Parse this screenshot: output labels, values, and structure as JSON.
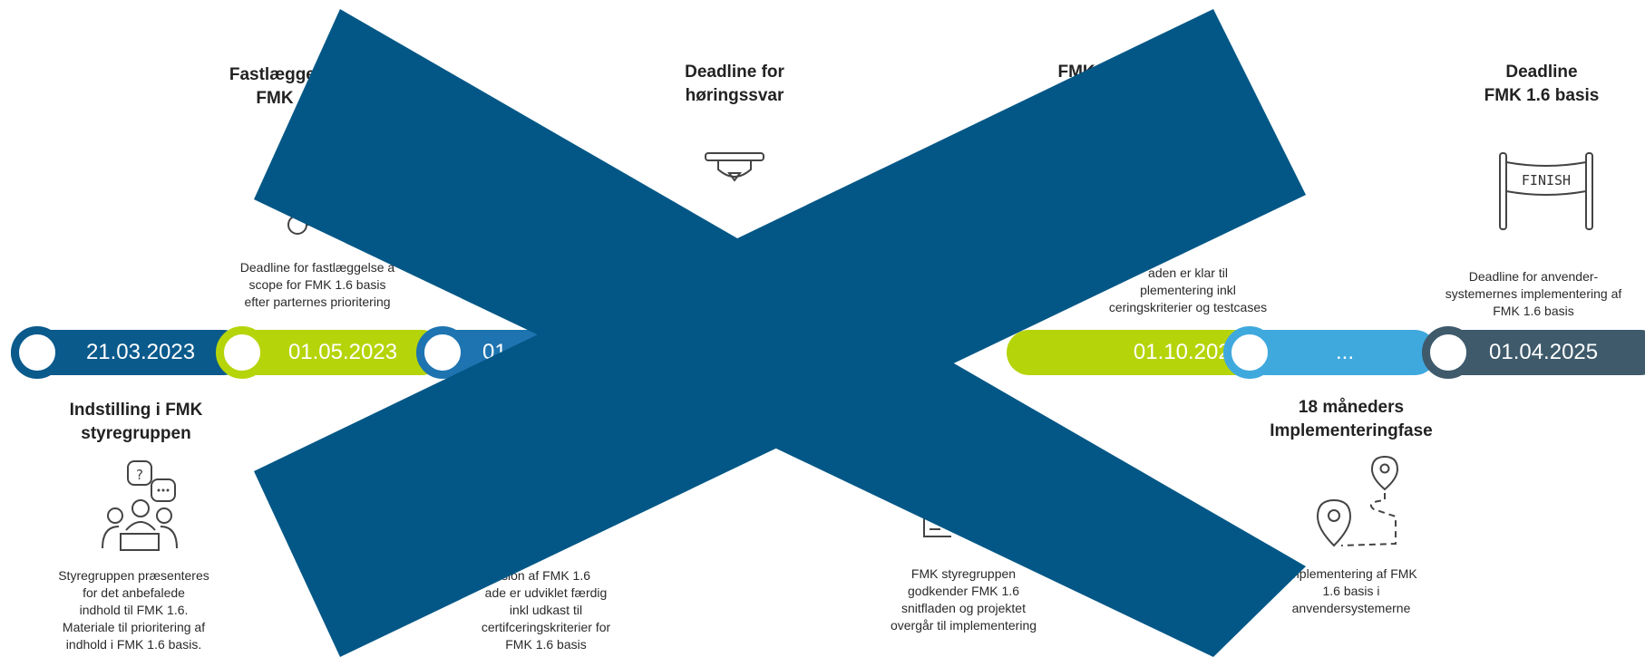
{
  "colors": {
    "dark_blue": "#0A5A8C",
    "lime": "#B6D40A",
    "blue": "#1E74B0",
    "light_blue": "#3FA9DE",
    "slate": "#3E5A6B",
    "cross": "#025786"
  },
  "milestones_top": [
    {
      "heading": "Fastlæggel\nFMK",
      "desc": "Deadline for fastlæggelse a\nscope for FMK 1.6 basis\nefter parternes prioritering",
      "icon": "target-icon"
    },
    {
      "heading": "Deadline for\nhøringssvar",
      "desc": "",
      "icon": "hourglass-icon"
    },
    {
      "heading": "FMK 1",
      "desc": "aden er klar til\nplementering inkl\nceringskriterier og testcases",
      "icon": ""
    },
    {
      "heading": "Deadline\nFMK 1.6 basis",
      "desc": "Deadline for anvender-\nsystemernes implementering af\nFMK 1.6 basis",
      "icon": "finish-banner-icon",
      "finish_text": "FINISH"
    }
  ],
  "timeline": [
    {
      "date": "21.03.2023",
      "color": "dark_blue"
    },
    {
      "date": "01.05.2023",
      "color": "lime"
    },
    {
      "date": "01",
      "color": "blue"
    },
    {
      "date": "01.10.2023",
      "color": "lime"
    },
    {
      "date": "...",
      "color": "light_blue"
    },
    {
      "date": "01.04.2025",
      "color": "slate"
    }
  ],
  "milestones_bottom": [
    {
      "heading": "Indstilling i FMK\nstyregruppen",
      "desc": "Styregruppen præsenteres\nfor det anbefalede\nindhold til FMK 1.6.\nMateriale til prioritering af\nindhold i FMK 1.6 basis.",
      "icon": "meeting-icon"
    },
    {
      "heading": "",
      "desc": "sion af FMK 1.6\nade er udviklet færdig\ninkl udkast til\ncertifceringskriterier for\nFMK 1.6 basis",
      "icon": ""
    },
    {
      "heading": "",
      "desc": "FMK styregruppen\ngodkender FMK 1.6\nsnitfladen og projektet\novergår til implementering",
      "icon": "document-icon"
    },
    {
      "heading": "18 måneders\nImplementeringfase",
      "desc": "Implementering af FMK\n1.6 basis i\nanvendersystemerne",
      "icon": "route-pins-icon"
    }
  ]
}
